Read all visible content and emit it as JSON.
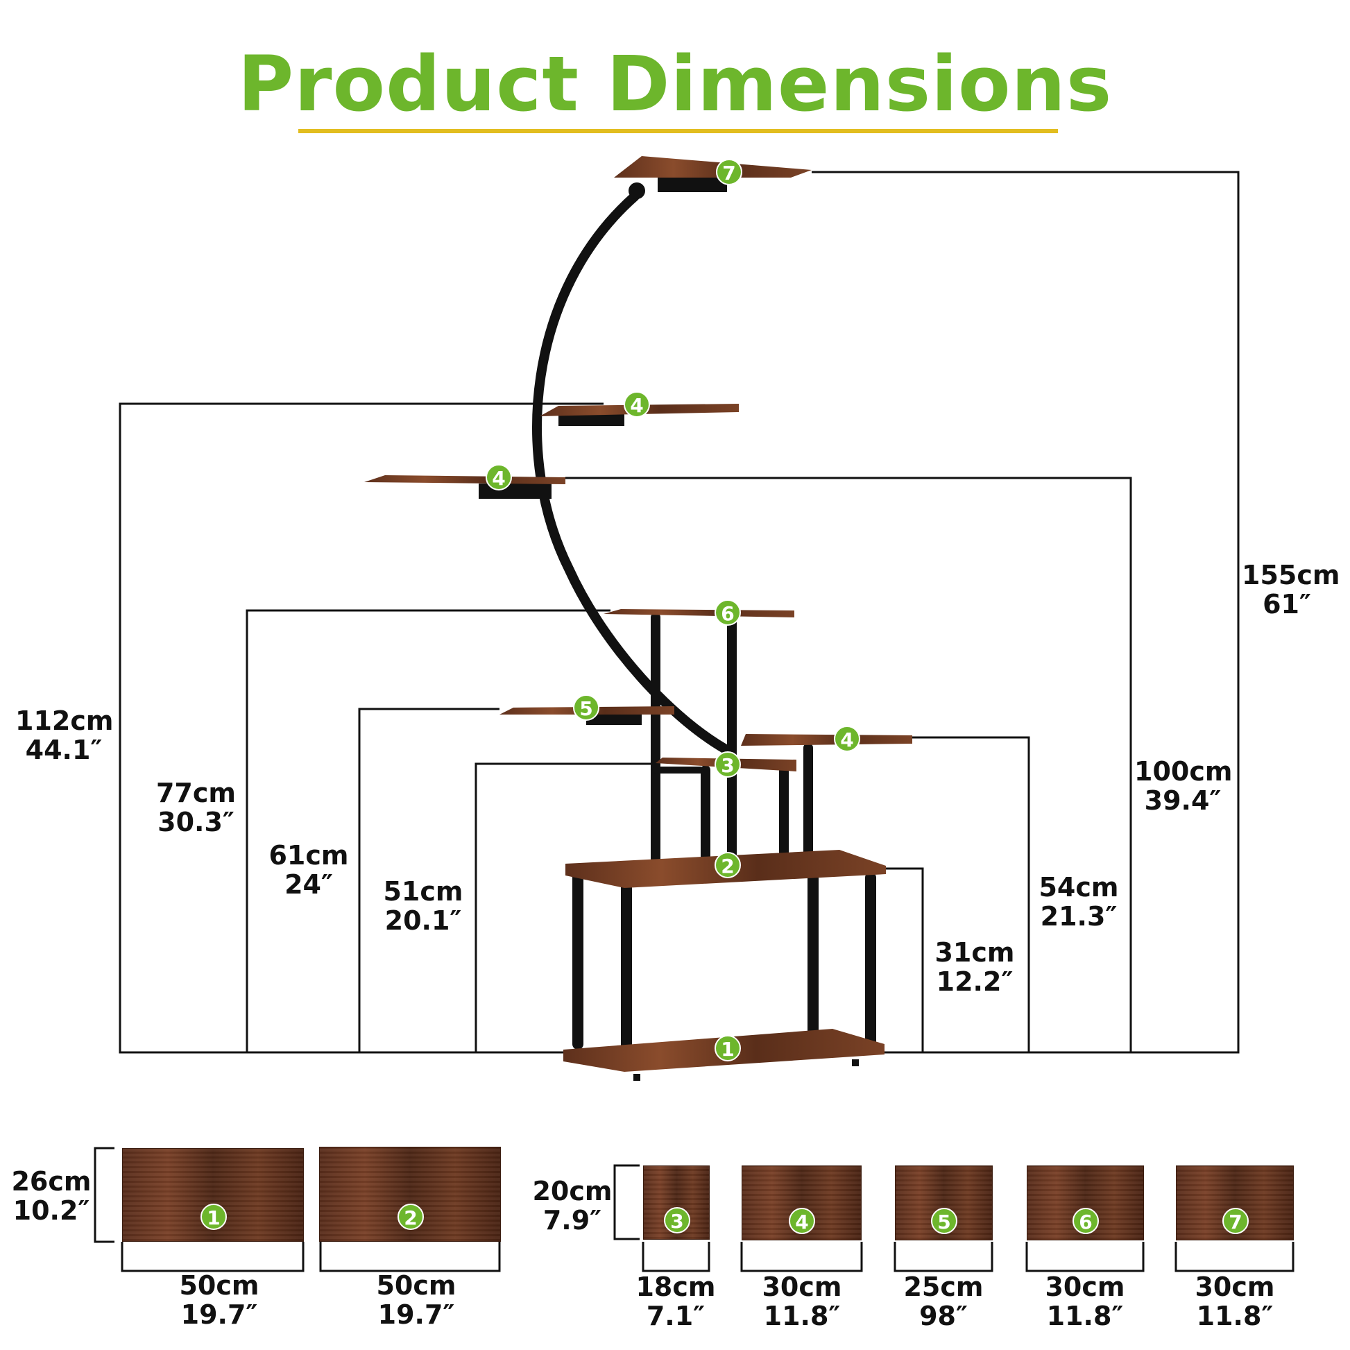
{
  "title": "Product Dimensions",
  "colors": {
    "accent": "#6db62c",
    "underline": "#e2bd1f",
    "wood": "#6e3a22",
    "frame": "#111111"
  },
  "heights": [
    {
      "cm": "155cm",
      "in": "61″"
    },
    {
      "cm": "112cm",
      "in": "44.1″"
    },
    {
      "cm": "100cm",
      "in": "39.4″"
    },
    {
      "cm": "77cm",
      "in": "30.3″"
    },
    {
      "cm": "61cm",
      "in": "24″"
    },
    {
      "cm": "54cm",
      "in": "21.3″"
    },
    {
      "cm": "51cm",
      "in": "20.1″"
    },
    {
      "cm": "31cm",
      "in": "12.2″"
    }
  ],
  "shelf_labels": [
    "7",
    "4",
    "4",
    "6",
    "5",
    "4",
    "3",
    "2",
    "1"
  ],
  "large_panels": {
    "depth": {
      "cm": "26cm",
      "in": "10.2″"
    },
    "items": [
      {
        "label": "1",
        "width_cm": "50cm",
        "width_in": "19.7″"
      },
      {
        "label": "2",
        "width_cm": "50cm",
        "width_in": "19.7″"
      }
    ]
  },
  "small_panels": {
    "depth": {
      "cm": "20cm",
      "in": "7.9″"
    },
    "items": [
      {
        "label": "3",
        "width_cm": "18cm",
        "width_in": "7.1″"
      },
      {
        "label": "4",
        "width_cm": "30cm",
        "width_in": "11.8″"
      },
      {
        "label": "5",
        "width_cm": "25cm",
        "width_in": "98″"
      },
      {
        "label": "6",
        "width_cm": "30cm",
        "width_in": "11.8″"
      },
      {
        "label": "7",
        "width_cm": "30cm",
        "width_in": "11.8″"
      }
    ]
  }
}
